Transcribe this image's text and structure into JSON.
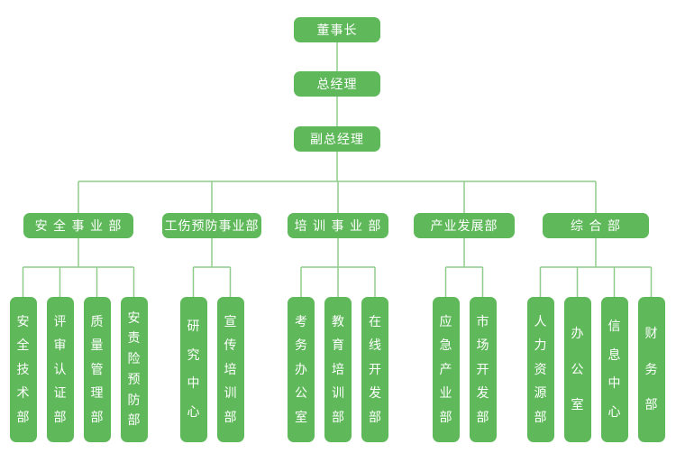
{
  "colors": {
    "box": "#5fb95a",
    "line": "#8fcc8b"
  },
  "top": [
    {
      "id": "chairman",
      "label": "董事长"
    },
    {
      "id": "gm",
      "label": "总经理"
    },
    {
      "id": "deputy-gm",
      "label": "副总经理"
    }
  ],
  "divisions": [
    {
      "id": "safety",
      "label": "安 全 事 业 部",
      "units": [
        "安全技术部",
        "评审认证部",
        "质量管理部",
        "安责险预防部"
      ]
    },
    {
      "id": "injury-prevention",
      "label": "工伤预防事业部",
      "units": [
        "研究中心",
        "宣传培训部"
      ]
    },
    {
      "id": "training",
      "label": "培 训 事 业 部",
      "units": [
        "考务办公室",
        "教育培训部",
        "在线开发部"
      ]
    },
    {
      "id": "industry",
      "label": "产业发展部",
      "units": [
        "应急产业部",
        "市场开发部"
      ]
    },
    {
      "id": "general",
      "label": "综    合    部",
      "units": [
        "人力资源部",
        "办公室",
        "信息中心",
        "财务部"
      ]
    }
  ]
}
